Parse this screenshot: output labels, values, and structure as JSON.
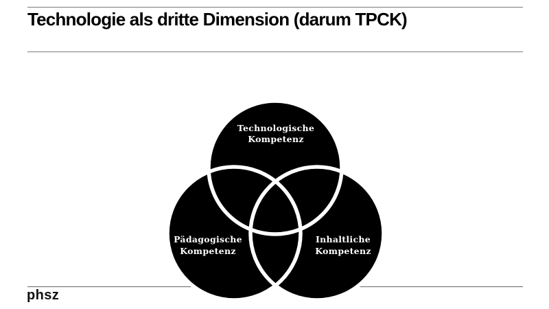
{
  "slide": {
    "title": "Technologie als dritte Dimension (darum TPCK)",
    "logo_text": "phsz"
  },
  "rules": {
    "color": "#7a7a7a"
  },
  "venn": {
    "fill_color": "#000000",
    "stroke_color": "#ffffff",
    "label_color": "#ffffff",
    "circles": [
      {
        "label_line1": "Technologische",
        "label_line2": "Kompetenz"
      },
      {
        "label_line1": "Pädagogische",
        "label_line2": "Kompetenz"
      },
      {
        "label_line1": "Inhaltliche",
        "label_line2": "Kompetenz"
      }
    ]
  }
}
